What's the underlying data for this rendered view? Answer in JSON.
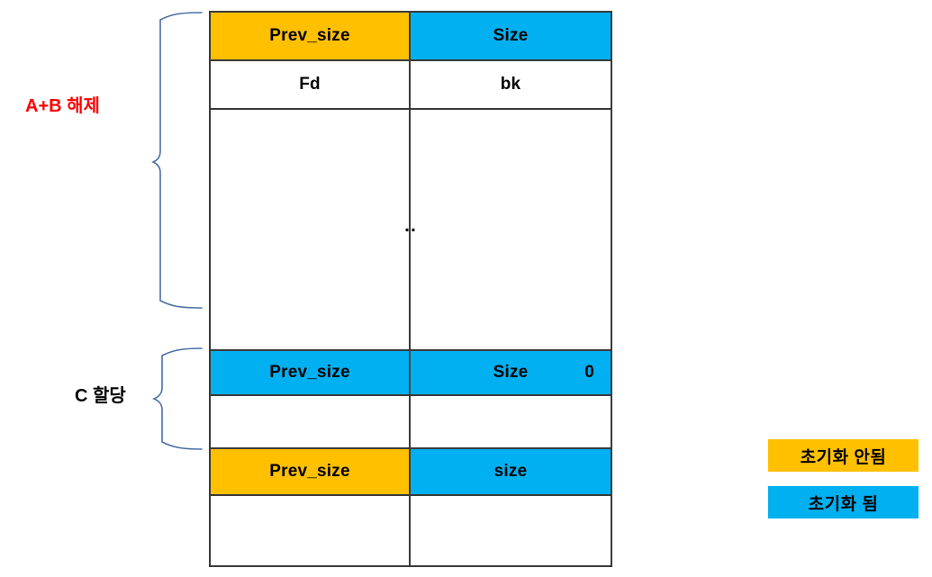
{
  "diagram": {
    "title": "Heap chunk memory layout",
    "colors": {
      "uninitialized": "#FFC000",
      "initialized": "#00B0F0",
      "border": "#3A3A3A",
      "bracket": "#4A6FA5",
      "label_ab": "#FF0000",
      "label_c": "#000000"
    },
    "rows": [
      {
        "left": "Prev_size",
        "left_fill": "uninitialized",
        "right": "Size",
        "right_fill": "initialized",
        "trailing": ""
      },
      {
        "left": "Fd",
        "left_fill": "white",
        "right": "bk",
        "right_fill": "white",
        "trailing": ""
      },
      {
        "left": "",
        "left_fill": "white",
        "right": "",
        "right_fill": "white",
        "trailing": "",
        "body_text": ".."
      },
      {
        "left": "Prev_size",
        "left_fill": "initialized",
        "right": "Size",
        "right_fill": "initialized",
        "trailing": "0"
      },
      {
        "left": "",
        "left_fill": "white",
        "right": "",
        "right_fill": "white",
        "trailing": ""
      },
      {
        "left": "Prev_size",
        "left_fill": "uninitialized",
        "right": "size",
        "right_fill": "initialized",
        "trailing": ""
      },
      {
        "left": "",
        "left_fill": "white",
        "right": "",
        "right_fill": "white",
        "trailing": ""
      }
    ],
    "brackets": [
      {
        "name": "bracket-ab",
        "label": "A+B  해제"
      },
      {
        "name": "bracket-c",
        "label": "C 할당"
      }
    ],
    "labels": {
      "ab_release": "A+B  해제",
      "c_allocate": "C 할당"
    },
    "legend": {
      "uninitialized_label": "초기화 안됨",
      "initialized_label": "초기화 됨"
    }
  }
}
